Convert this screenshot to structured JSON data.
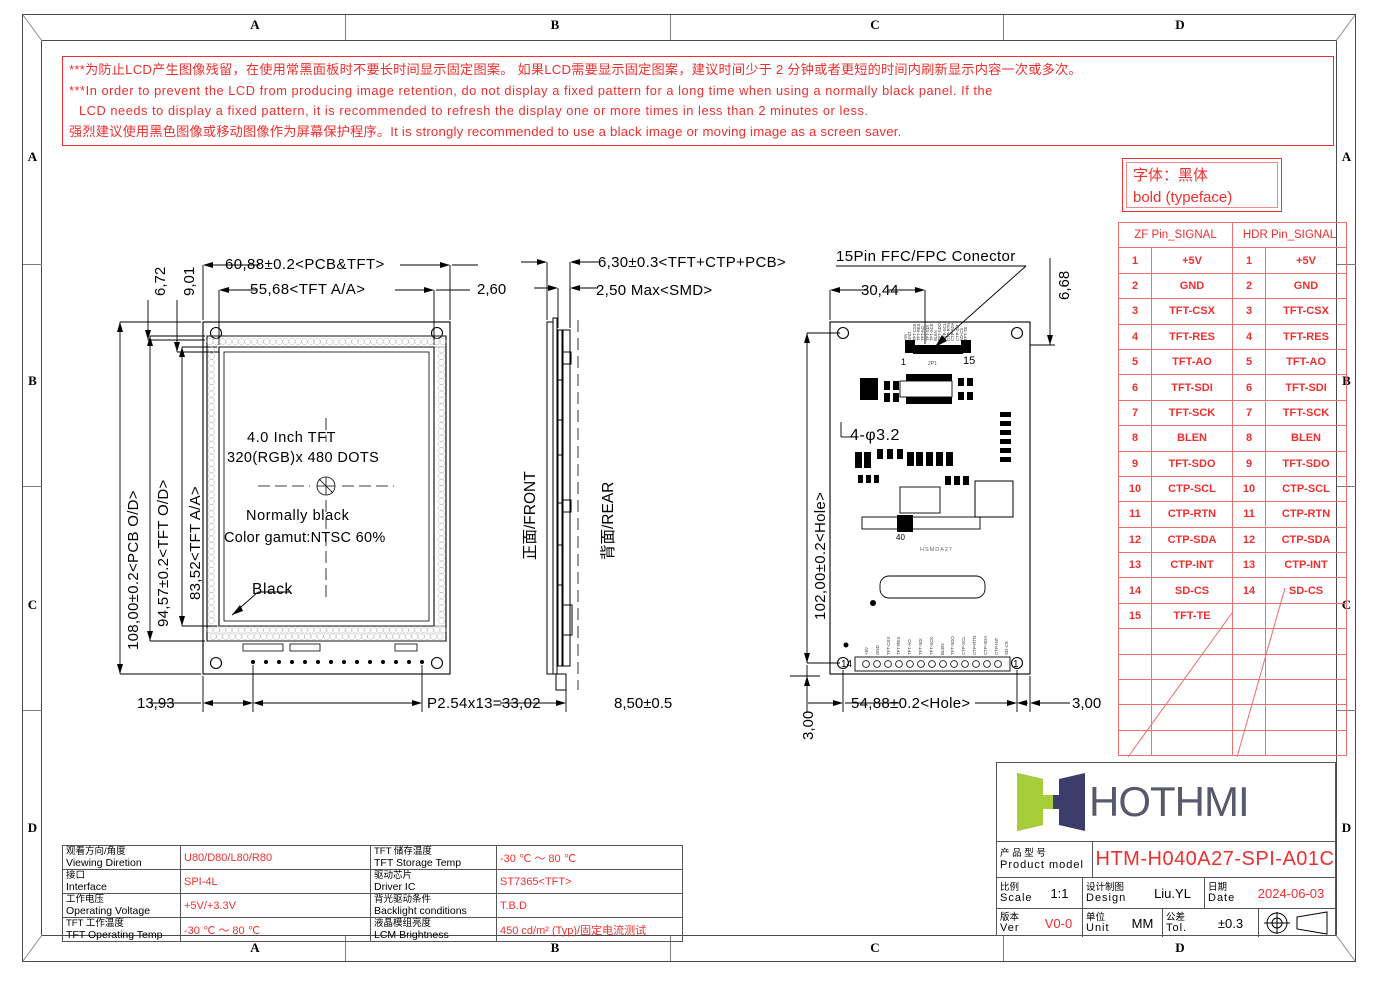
{
  "sheet": {
    "zones_top": [
      "A",
      "B",
      "C",
      "D"
    ],
    "zones_left": [
      "A",
      "B",
      "C",
      "D"
    ],
    "zones_right": [
      "A",
      "B",
      "C",
      "D"
    ],
    "zones_bottom": [
      "A",
      "B",
      "C",
      "D"
    ]
  },
  "note": {
    "line1": "***为防止LCD产生图像残留，在使用常黑面板时不要长时间显示固定图案。 如果LCD需要显示固定图案，建议时间少于 2 分钟或者更短的时间内刷新显示内容一次或多次。",
    "line2": "***In order to prevent the LCD from producing image retention, do not display a fixed pattern for a long time when using a normally black panel. If the",
    "line3": "LCD needs to display a fixed pattern, it is recommended to refresh the display one or more times in less than 2 minutes or less.",
    "line4": "强烈建议使用黑色图像或移动图像作为屏幕保护程序。It is strongly recommended to use a black image or moving image as a screen saver."
  },
  "typeface_box": {
    "line1": "字体：黑体",
    "line2": "bold (typeface)"
  },
  "pin_table": {
    "headers": [
      "ZF Pin_SIGNAL",
      "HDR Pin_SIGNAL"
    ],
    "rows": [
      {
        "zf_pin": "1",
        "zf_signal": "+5V",
        "hdr_pin": "1",
        "hdr_signal": "+5V"
      },
      {
        "zf_pin": "2",
        "zf_signal": "GND",
        "hdr_pin": "2",
        "hdr_signal": "GND"
      },
      {
        "zf_pin": "3",
        "zf_signal": "TFT-CSX",
        "hdr_pin": "3",
        "hdr_signal": "TFT-CSX"
      },
      {
        "zf_pin": "4",
        "zf_signal": "TFT-RES",
        "hdr_pin": "4",
        "hdr_signal": "TFT-RES"
      },
      {
        "zf_pin": "5",
        "zf_signal": "TFT-AO",
        "hdr_pin": "5",
        "hdr_signal": "TFT-AO"
      },
      {
        "zf_pin": "6",
        "zf_signal": "TFT-SDI",
        "hdr_pin": "6",
        "hdr_signal": "TFT-SDI"
      },
      {
        "zf_pin": "7",
        "zf_signal": "TFT-SCK",
        "hdr_pin": "7",
        "hdr_signal": "TFT-SCK"
      },
      {
        "zf_pin": "8",
        "zf_signal": "BLEN",
        "hdr_pin": "8",
        "hdr_signal": "BLEN"
      },
      {
        "zf_pin": "9",
        "zf_signal": "TFT-SDO",
        "hdr_pin": "9",
        "hdr_signal": "TFT-SDO"
      },
      {
        "zf_pin": "10",
        "zf_signal": "CTP-SCL",
        "hdr_pin": "10",
        "hdr_signal": "CTP-SCL"
      },
      {
        "zf_pin": "11",
        "zf_signal": "CTP-RTN",
        "hdr_pin": "11",
        "hdr_signal": "CTP-RTN"
      },
      {
        "zf_pin": "12",
        "zf_signal": "CTP-SDA",
        "hdr_pin": "12",
        "hdr_signal": "CTP-SDA"
      },
      {
        "zf_pin": "13",
        "zf_signal": "CTP-INT",
        "hdr_pin": "13",
        "hdr_signal": "CTP-INT"
      },
      {
        "zf_pin": "14",
        "zf_signal": "SD-CS",
        "hdr_pin": "14",
        "hdr_signal": "SD-CS"
      },
      {
        "zf_pin": "15",
        "zf_signal": "TFT-TE",
        "hdr_pin": "",
        "hdr_signal": ""
      },
      {
        "zf_pin": "",
        "zf_signal": "",
        "hdr_pin": "",
        "hdr_signal": ""
      },
      {
        "zf_pin": "",
        "zf_signal": "",
        "hdr_pin": "",
        "hdr_signal": ""
      },
      {
        "zf_pin": "",
        "zf_signal": "",
        "hdr_pin": "",
        "hdr_signal": ""
      },
      {
        "zf_pin": "",
        "zf_signal": "",
        "hdr_pin": "",
        "hdr_signal": ""
      },
      {
        "zf_pin": "",
        "zf_signal": "",
        "hdr_pin": "",
        "hdr_signal": ""
      }
    ]
  },
  "front_view": {
    "dim_width_pcb": "60,88±0.2<PCB&TFT>",
    "dim_width_aa": "55,68<TFT A/A>",
    "dim_right_edge": "2,60",
    "dim_top_1": "6,72",
    "dim_top_2": "9,01",
    "dim_h_pcb": "108,00±0.2<PCB O/D>",
    "dim_h_tft": "94,57±0.2<TFT O/D>",
    "dim_h_aa": "83,52<TFT A/A>",
    "label_line1": "4.0 Inch TFT",
    "label_line2": "320(RGB)x 480 DOTS",
    "label_line3": "Normally black",
    "label_line4": "Color gamut:NTSC 60%",
    "callout_black": "Black",
    "dim_bottom_left": "13,93",
    "dim_pitch": "P2.54x13=33,02"
  },
  "side_view": {
    "dim_total": "6,30±0.3<TFT+CTP+PCB>",
    "dim_smd": "2,50 Max<SMD>",
    "label_front": "正面/FRONT",
    "label_rear": "背面/REAR",
    "dim_bottom": "8,50±0.5"
  },
  "rear_view": {
    "connector_label": "15Pin FFC/FPC Conector",
    "dim_conn_width": "30,44",
    "dim_top_right": "6,68",
    "hole_callout": "4-φ3.2",
    "dim_h_hole": "102,00±0.2<Hole>",
    "dim_bottom_left": "3,00",
    "dim_hole_width": "54,88±0.2<Hole>",
    "dim_bottom_right": "3,00",
    "conn_pin_start": "1",
    "conn_pin_end": "15",
    "conn_ref": "2P1",
    "hdr_pin_left": "14",
    "hdr_pin_right": "1",
    "ic_ref": "40",
    "board_ref": "HSMDA27"
  },
  "spec_table": {
    "rows": [
      {
        "cn": "观看方向/角度",
        "en": "Viewing Diretion",
        "value": "U80/D80/L80/R80",
        "cn2": "TFT 储存温度",
        "en2": "TFT Storage Temp",
        "value2": "-30 ℃ ～ 80 ℃"
      },
      {
        "cn": "接口",
        "en": "Interface",
        "value": "SPI-4L",
        "cn2": "驱动芯片",
        "en2": "Driver IC",
        "value2": "ST7365<TFT>"
      },
      {
        "cn": "工作电压",
        "en": "Operating Voltage",
        "value": "+5V/+3.3V",
        "cn2": "背光驱动条件",
        "en2": "Backlight conditions",
        "value2": "T.B.D"
      },
      {
        "cn": "TFT 工作温度",
        "en": "TFT Operating Temp",
        "value": "-30 ℃ ～ 80 ℃",
        "cn2": "液晶模组亮度",
        "en2": "LCM Brightness",
        "value2": "450 cd/m² (Typ)/固定电流测试"
      }
    ]
  },
  "title_block": {
    "logo_text": "HOTHMI",
    "product_cn": "产 品 型 号",
    "product_en": "Product model",
    "product_model": "HTM-H040A27-SPI-A01C",
    "scale_cn": "比例",
    "scale_en": "Scale",
    "scale_value": "1:1",
    "design_cn": "设计制图",
    "design_en": "Design",
    "design_value": "Liu.YL",
    "date_cn": "日期",
    "date_en": "Date",
    "date_value": "2024-06-03",
    "ver_cn": "版本",
    "ver_en": "Ver",
    "ver_value": "V0-0",
    "unit_cn": "单位",
    "unit_en": "Unit",
    "unit_value": "MM",
    "tol_cn": "公差",
    "tol_en": "Tol.",
    "tol_value": "±0.3"
  },
  "colors": {
    "red": "#ef2f2f",
    "frame": "#4a4a4a",
    "logo_green": "#a6ce39",
    "logo_navy": "#3d3d6b"
  }
}
